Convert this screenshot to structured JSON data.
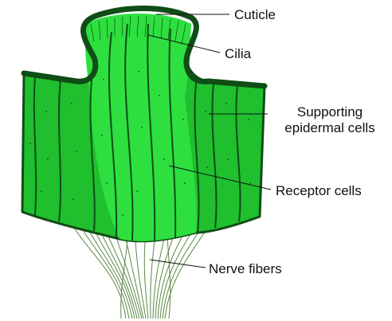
{
  "labels": {
    "cuticle": "Cuticle",
    "cilia": "Cilia",
    "supporting_line1": "Supporting",
    "supporting_line2": "epidermal cells",
    "receptor": "Receptor cells",
    "nerve": "Nerve fibers"
  },
  "colors": {
    "tissue_green": "#1fbf2e",
    "receptor_green": "#2de040",
    "outline_dark": "#0f4d16",
    "nerve_green": "#5a8a45"
  }
}
